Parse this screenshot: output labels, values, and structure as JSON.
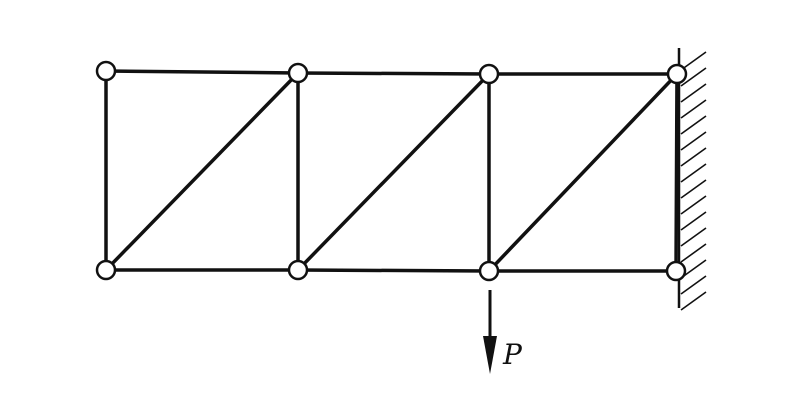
{
  "diagram": {
    "kind": "cantilever-truss",
    "support": "fixed-wall-right",
    "load": {
      "label": "P",
      "direction": "down",
      "joint": "bottom-3"
    },
    "joints": [
      {
        "id": "top-1"
      },
      {
        "id": "top-2"
      },
      {
        "id": "top-3"
      },
      {
        "id": "top-4"
      },
      {
        "id": "bottom-1"
      },
      {
        "id": "bottom-2"
      },
      {
        "id": "bottom-3"
      },
      {
        "id": "bottom-4"
      }
    ],
    "members": [
      {
        "id": "top-chord-1",
        "from": "top-1",
        "to": "top-2"
      },
      {
        "id": "top-chord-2",
        "from": "top-2",
        "to": "top-3"
      },
      {
        "id": "top-chord-3",
        "from": "top-3",
        "to": "top-4"
      },
      {
        "id": "bottom-chord-1",
        "from": "bottom-1",
        "to": "bottom-2"
      },
      {
        "id": "bottom-chord-2",
        "from": "bottom-2",
        "to": "bottom-3"
      },
      {
        "id": "bottom-chord-3",
        "from": "bottom-3",
        "to": "bottom-4"
      },
      {
        "id": "vertical-1",
        "from": "top-1",
        "to": "bottom-1"
      },
      {
        "id": "vertical-2",
        "from": "top-2",
        "to": "bottom-2"
      },
      {
        "id": "vertical-3",
        "from": "top-3",
        "to": "bottom-3"
      },
      {
        "id": "vertical-4",
        "from": "top-4",
        "to": "bottom-4"
      },
      {
        "id": "diagonal-1",
        "from": "bottom-1",
        "to": "top-2"
      },
      {
        "id": "diagonal-2",
        "from": "bottom-2",
        "to": "top-3"
      },
      {
        "id": "diagonal-3",
        "from": "bottom-3",
        "to": "top-4"
      }
    ],
    "colors": {
      "line": "#111111",
      "background": "#ffffff"
    }
  }
}
